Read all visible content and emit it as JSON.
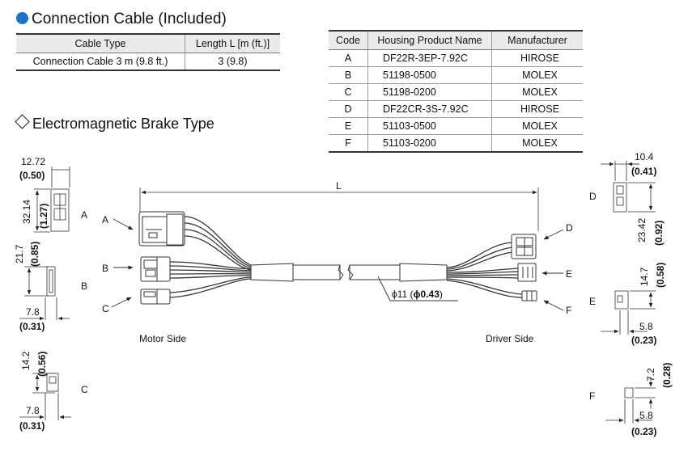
{
  "section1": {
    "title": "Connection Cable (Included)"
  },
  "cable_table": {
    "headers": [
      "Cable Type",
      "Length L [m (ft.)]"
    ],
    "rows": [
      [
        "Connection Cable 3 m (9.8 ft.)",
        "3 (9.8)"
      ]
    ]
  },
  "section2": {
    "title": "Electromagnetic Brake Type"
  },
  "code_table": {
    "headers": [
      "Code",
      "Housing Product Name",
      "Manufacturer"
    ],
    "rows": [
      [
        "A",
        "DF22R-3EP-7.92C",
        "HIROSE"
      ],
      [
        "B",
        "51198-0500",
        "MOLEX"
      ],
      [
        "C",
        "51198-0200",
        "MOLEX"
      ],
      [
        "D",
        "DF22CR-3S-7.92C",
        "HIROSE"
      ],
      [
        "E",
        "51103-0500",
        "MOLEX"
      ],
      [
        "F",
        "51103-0200",
        "MOLEX"
      ]
    ]
  },
  "diagram": {
    "length_label": "L",
    "motor_side": "Motor Side",
    "driver_side": "Driver Side",
    "diameter_prefix": "ϕ11 (",
    "diameter_bold": "ϕ0.43",
    "diameter_suffix": ")",
    "connector_labels": {
      "a": "A",
      "b": "B",
      "c": "C",
      "d": "D",
      "e": "E",
      "f": "F"
    }
  },
  "dimensions": {
    "a": {
      "width": "12.72",
      "width_in": "(0.50)",
      "height": "32.14",
      "height_in": "(1.27)",
      "code": "A"
    },
    "b": {
      "height": "21.7",
      "height_in": "(0.85)",
      "width": "7.8",
      "width_in": "(0.31)",
      "code": "B"
    },
    "c": {
      "height": "14.2",
      "height_in": "(0.56)",
      "width": "7.8",
      "width_in": "(0.31)",
      "code": "C"
    },
    "d": {
      "width": "10.4",
      "width_in": "(0.41)",
      "height": "23.42",
      "height_in": "(0.92)",
      "code": "D"
    },
    "e": {
      "height": "14.7",
      "height_in": "(0.58)",
      "width": "5.8",
      "width_in": "(0.23)",
      "code": "E"
    },
    "f": {
      "height": "7.2",
      "height_in": "(0.28)",
      "width": "5.8",
      "width_in": "(0.23)",
      "code": "F"
    }
  }
}
